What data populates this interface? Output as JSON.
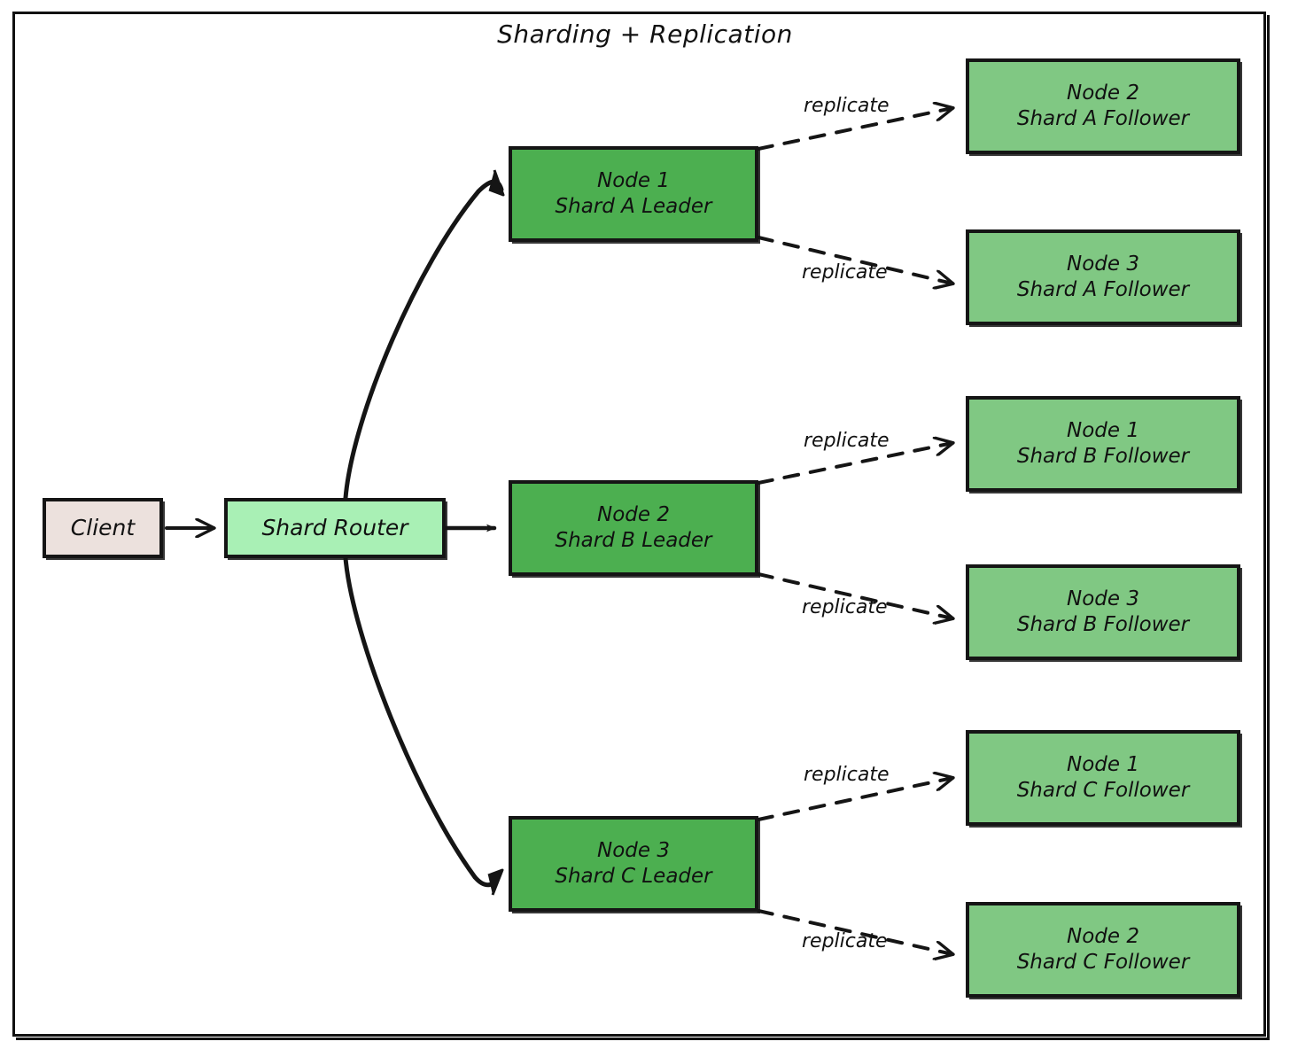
{
  "diagram": {
    "title": "Sharding + Replication",
    "colors": {
      "leader_fill": "#4caf50",
      "follower_fill": "#80c883",
      "router_fill": "#a9f0b5",
      "client_fill": "#ece1dd",
      "stroke": "#151515",
      "background": "#ffffff"
    },
    "nodes": {
      "client": {
        "line1": "Client",
        "line2": ""
      },
      "router": {
        "line1": "Shard Router",
        "line2": ""
      },
      "leaders": [
        {
          "line1": "Node 1",
          "line2": "Shard A Leader"
        },
        {
          "line1": "Node 2",
          "line2": "Shard B Leader"
        },
        {
          "line1": "Node 3",
          "line2": "Shard C Leader"
        }
      ],
      "followers": [
        {
          "line1": "Node 2",
          "line2": "Shard A Follower"
        },
        {
          "line1": "Node 3",
          "line2": "Shard A Follower"
        },
        {
          "line1": "Node 1",
          "line2": "Shard B Follower"
        },
        {
          "line1": "Node 3",
          "line2": "Shard B Follower"
        },
        {
          "line1": "Node 1",
          "line2": "Shard C Follower"
        },
        {
          "line1": "Node 2",
          "line2": "Shard C Follower"
        }
      ]
    },
    "edge_labels": {
      "replicate": "replicate",
      "items": [
        "replicate",
        "replicate",
        "replicate",
        "replicate",
        "replicate",
        "replicate"
      ]
    }
  }
}
